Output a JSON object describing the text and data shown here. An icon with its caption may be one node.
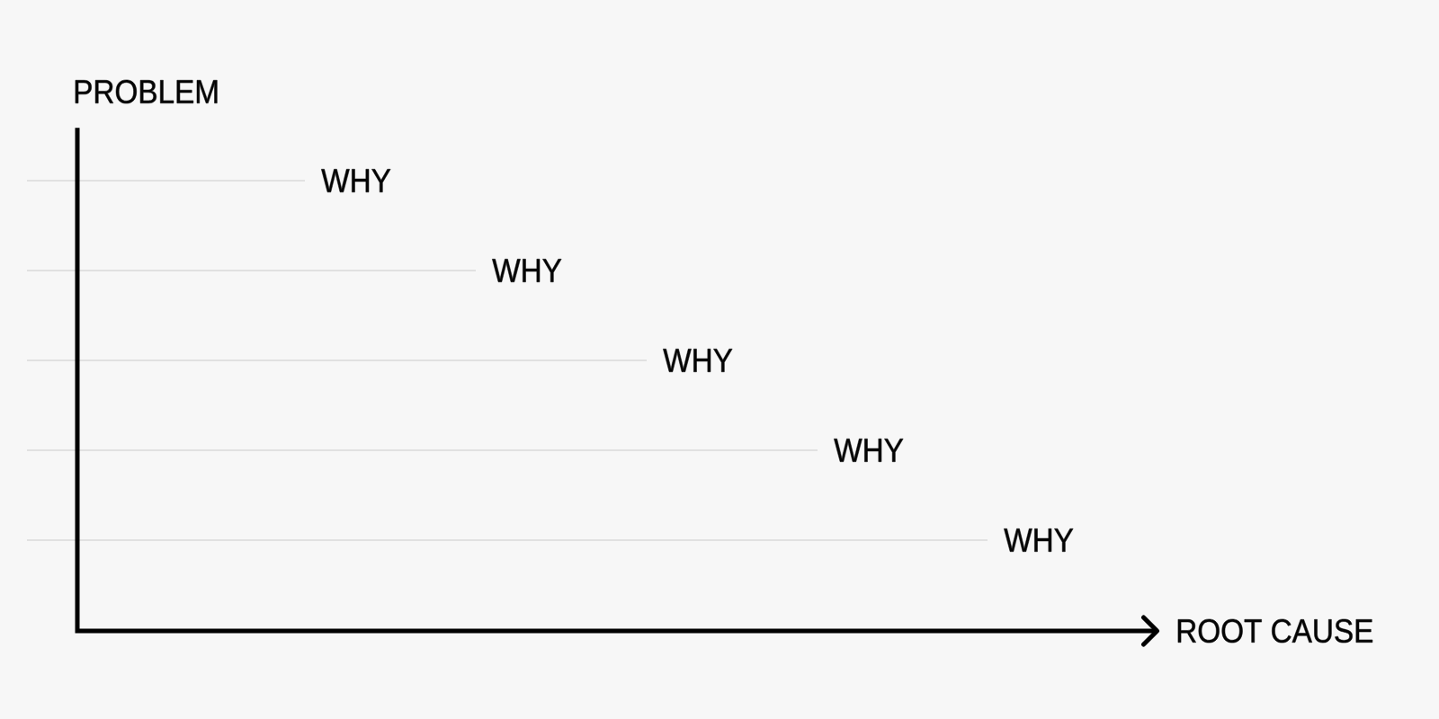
{
  "diagram": {
    "nodes": [
      {
        "text": [
          "PROBLEM"
        ]
      },
      {
        "text": [
          "WHY"
        ]
      },
      {
        "text": [
          "WHY"
        ]
      },
      {
        "text": [
          "WHY"
        ]
      },
      {
        "text": [
          "WHY"
        ]
      },
      {
        "text": [
          "WHY"
        ]
      },
      {
        "text": [
          "ROOT CAUSE"
        ]
      }
    ],
    "edges": [
      {
        "from": 0,
        "to": 6,
        "arrow": "to",
        "style": "thick",
        "color": "#000000"
      },
      {
        "from": null,
        "to": 1,
        "arrow": "none"
      },
      {
        "from": null,
        "to": 2,
        "arrow": "none"
      },
      {
        "from": null,
        "to": 3,
        "arrow": "none"
      },
      {
        "from": null,
        "to": 4,
        "arrow": "none"
      },
      {
        "from": null,
        "to": 5,
        "arrow": "none"
      }
    ]
  }
}
